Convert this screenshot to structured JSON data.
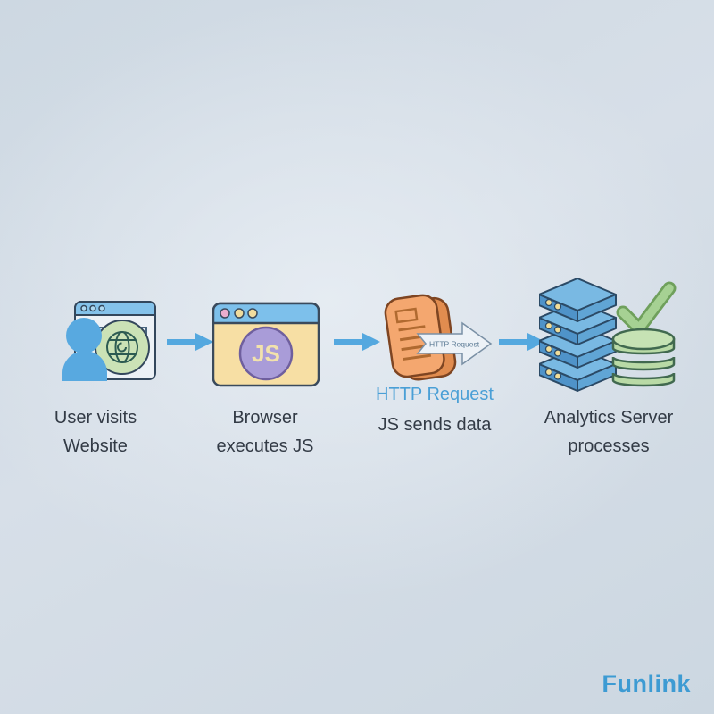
{
  "flow": {
    "steps": [
      {
        "name": "user-visits-website",
        "label_lines": [
          "User visits",
          "Website"
        ]
      },
      {
        "name": "browser-executes-js",
        "label_lines": [
          "Browser",
          "executes JS"
        ],
        "icon_text": "JS"
      },
      {
        "name": "js-sends-data",
        "sub_label": "HTTP Request",
        "label_lines": [
          "JS sends data"
        ],
        "arrow_text": "HTTP Request"
      },
      {
        "name": "analytics-server-processes",
        "label_lines": [
          "Analytics Server",
          "processes"
        ]
      }
    ]
  },
  "branding": {
    "logo_text": "Funlink"
  },
  "colors": {
    "background_top": "#d7dfe8",
    "background_bottom": "#ccd7e1",
    "arrow_accent": "#54a8df",
    "label_dark": "#333b46",
    "sub_label_blue": "#4a9fd6",
    "logo_blue": "#3d9bd3",
    "browser1_bar": "#84c2ea",
    "browser2_body": "#f7dfa4",
    "js_circle": "#a99cd8",
    "doc_orange": "#f4a76f",
    "server_blue": "#4f93c9",
    "database_green": "#b9daa6",
    "check_green": "#a6d193"
  }
}
